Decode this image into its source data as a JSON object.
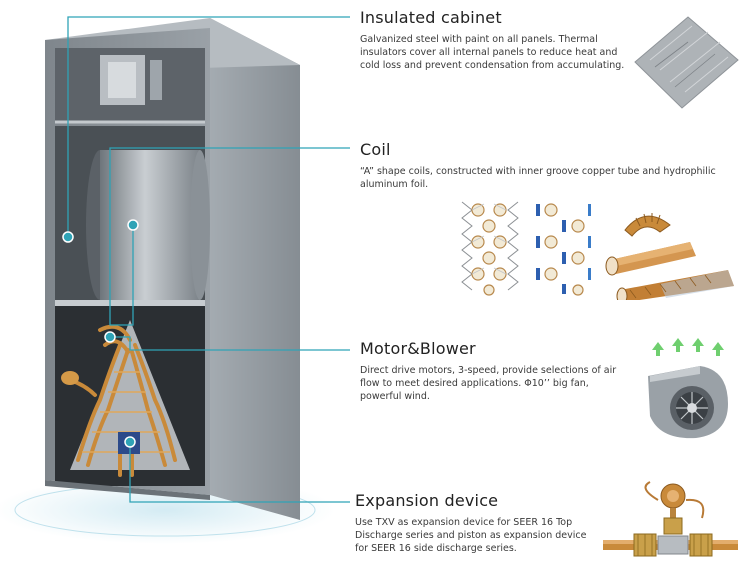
{
  "features": [
    {
      "title": "Insulated cabinet",
      "description": "Galvanized steel with paint on all panels. Thermal insulators cover all internal panels to reduce heat and cold loss and prevent condensation from accumulating."
    },
    {
      "title": "Coil",
      "description": "“A” shape coils, constructed with inner groove copper tube and hydrophilic aluminum foil."
    },
    {
      "title": "Motor&Blower",
      "description": "Direct drive motors, 3-speed, provide selections of air flow to meet desired applications. Φ10’’ big fan, powerful wind."
    },
    {
      "title": "Expansion device",
      "description": "Use TXV as expansion device for SEER 16 Top Discharge series and piston as expansion device for SEER 16 side discharge series."
    }
  ],
  "colors": {
    "callout_line": "#2fa3b6",
    "callout_dot": "#2fa3b6",
    "cabinet_gray": "#8a9198",
    "copper": "#c98a3a",
    "title_text": "#222222"
  },
  "icons": [
    "insulation-sheet-image",
    "coil-fin-pattern-image",
    "copper-tube-image",
    "blower-image",
    "txv-valve-image"
  ]
}
